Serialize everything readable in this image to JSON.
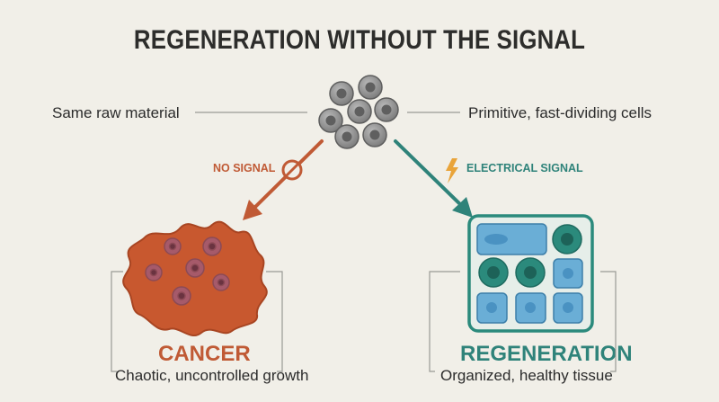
{
  "title": "REGENERATION WITHOUT THE SIGNAL",
  "source": {
    "left_label": "Same raw material",
    "right_label": "Primitive, fast-dividing cells",
    "icon": "cell-cluster"
  },
  "branches": {
    "left": {
      "signal_label": "NO SIGNAL",
      "signal_icon": "no-entry-icon",
      "outcome_title": "CANCER",
      "outcome_description": "Chaotic, uncontrolled growth",
      "color": "#c05a35"
    },
    "right": {
      "signal_label": "ELECTRICAL SIGNAL",
      "signal_icon": "lightning-bolt-icon",
      "outcome_title": "REGENERATION",
      "outcome_description": "Organized, healthy tissue",
      "color": "#2f837a"
    }
  },
  "colors": {
    "background": "#f1efe8",
    "title": "#2d2d2b",
    "cell_gray": "#8f8f8f",
    "tumor": "#c8582f",
    "tissue_blue": "#6aaed6",
    "tissue_teal": "#2b8a7c"
  }
}
